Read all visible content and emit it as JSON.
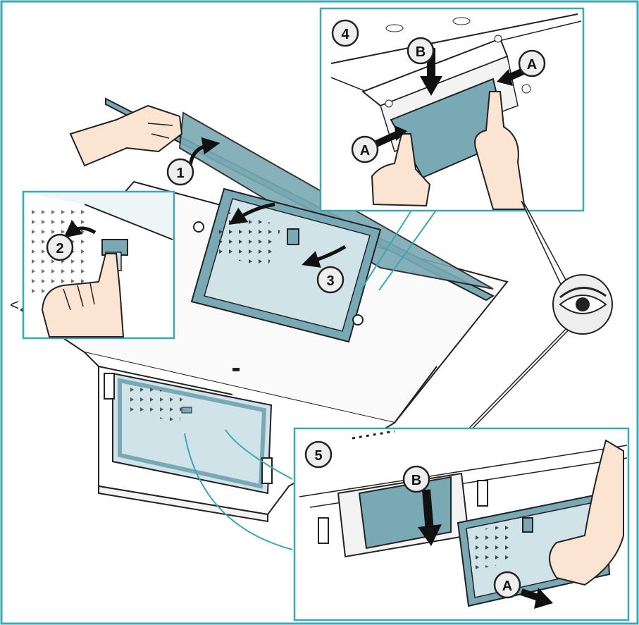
{
  "labels": {
    "step1": "1",
    "step2": "2",
    "step3": "3",
    "step4": "4",
    "step5": "5",
    "callout_a_left": "A",
    "callout_a_right": "A",
    "callout_b_top": "B",
    "callout_b_bottom": "B",
    "callout_a_bottom": "A",
    "side_mark": "<"
  },
  "colors": {
    "frame": "#3aa9b5",
    "filter_fill": "#79a9b4",
    "filter_light": "#cfe3e8",
    "panel_bg": "#eef5f7",
    "skin": "#fce4d2",
    "outline": "#222222",
    "badge_fill": "#eeeeee"
  },
  "icons": {
    "eye": "eye-icon",
    "arrow": "curved-arrow-icon"
  }
}
